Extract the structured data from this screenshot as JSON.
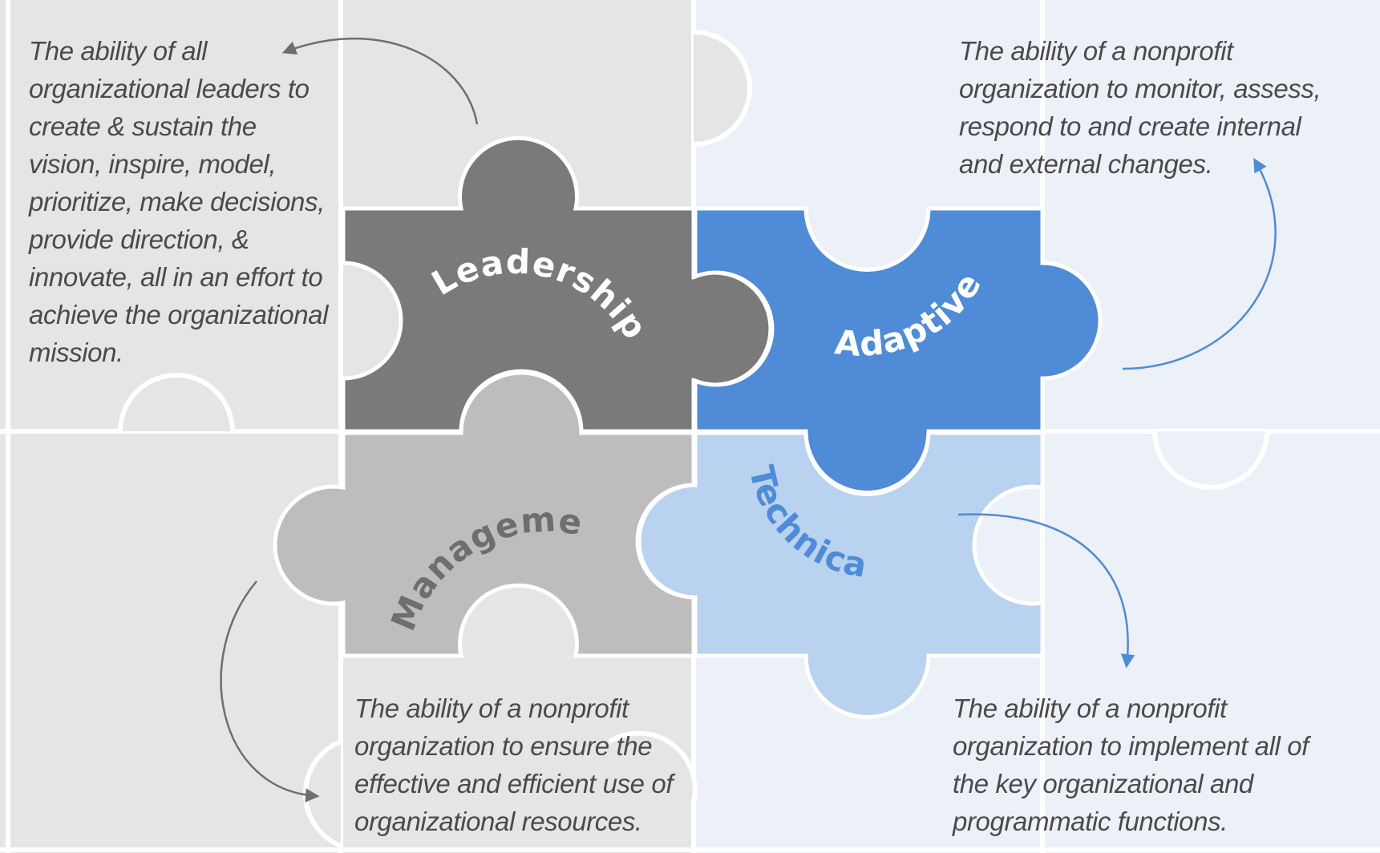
{
  "pieces": {
    "leadership": {
      "label": "Leadership",
      "fill": "#7a7a7a",
      "text_color": "#ffffff"
    },
    "adaptive": {
      "label": "Adaptive",
      "fill": "#4f8bd6",
      "text_color": "#ffffff"
    },
    "management": {
      "label": "Management",
      "fill": "#bdbdbd",
      "text_color": "#6e6e6e"
    },
    "technical": {
      "label": "Technical",
      "fill": "#b8d2ef",
      "text_color": "#4f8bd6"
    }
  },
  "descriptions": {
    "leadership": "The ability of all\norganizational leaders to\ncreate & sustain the\nvision, inspire, model,\nprioritize, make decisions,\nprovide direction, &\ninnovate, all in an effort to\nachieve the organizational\nmission.",
    "adaptive": "The ability of a nonprofit\norganization to monitor, assess,\nrespond to and create internal\nand external changes.",
    "management": "The ability of a nonprofit\norganization to ensure the\neffective and efficient use of\norganizational resources.",
    "technical": "The ability of a nonprofit\norganization to implement all of\nthe key organizational and\nprogrammatic functions."
  },
  "colors": {
    "left_background": "#e6e5e5",
    "right_background": "#ecf1f7",
    "grid_line": "#ffffff",
    "gray_arrow": "#6e6e6e",
    "blue_arrow": "#4f8bd6"
  }
}
